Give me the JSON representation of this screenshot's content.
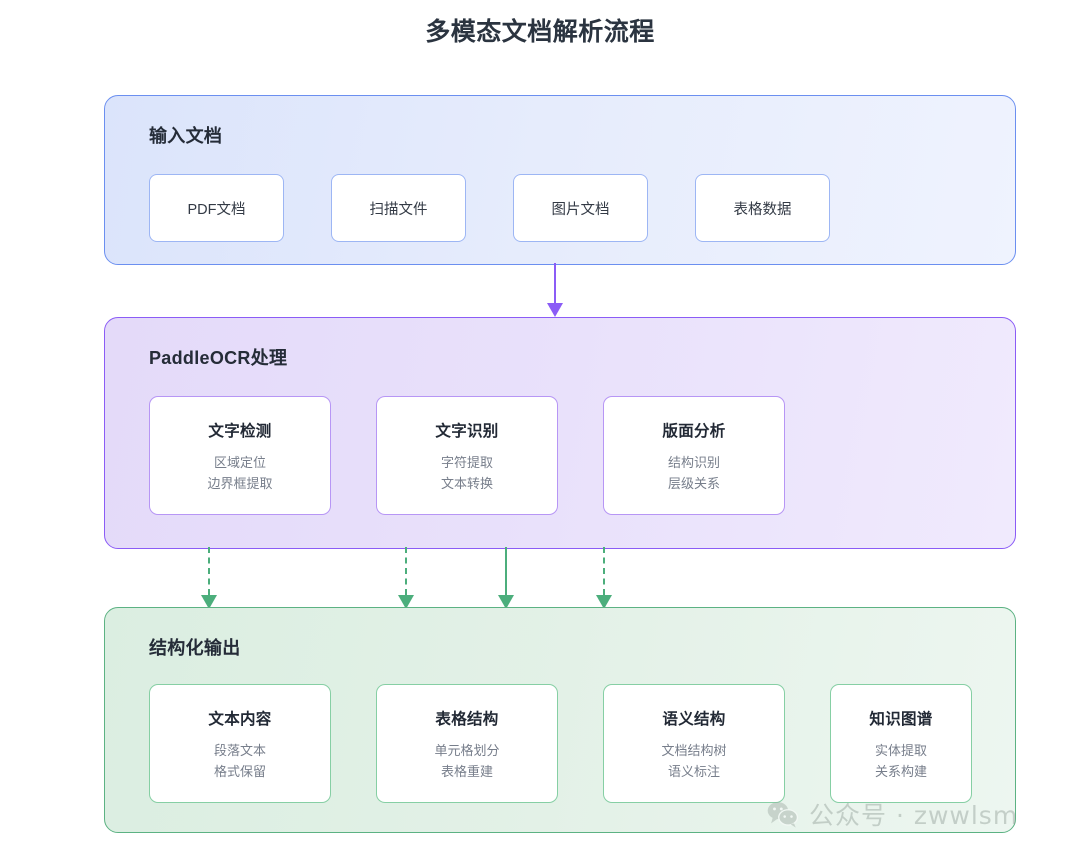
{
  "title": "多模态文档解析流程",
  "sections": [
    {
      "id": "input",
      "name": "input-documents",
      "heading": "输入文档",
      "accent": "#6b8ff0",
      "cards": [
        {
          "title": "PDF文档"
        },
        {
          "title": "扫描文件"
        },
        {
          "title": "图片文档"
        },
        {
          "title": "表格数据"
        }
      ]
    },
    {
      "id": "ocr",
      "name": "paddleocr-processing",
      "heading": "PaddleOCR处理",
      "accent": "#8b5cf6",
      "cards": [
        {
          "title": "文字检测",
          "line1": "区域定位",
          "line2": "边界框提取"
        },
        {
          "title": "文字识别",
          "line1": "字符提取",
          "line2": "文本转换"
        },
        {
          "title": "版面分析",
          "line1": "结构识别",
          "line2": "层级关系"
        }
      ]
    },
    {
      "id": "output",
      "name": "structured-output",
      "heading": "结构化输出",
      "accent": "#5cb283",
      "cards": [
        {
          "title": "文本内容",
          "line1": "段落文本",
          "line2": "格式保留"
        },
        {
          "title": "表格结构",
          "line1": "单元格划分",
          "line2": "表格重建"
        },
        {
          "title": "语义结构",
          "line1": "文档结构树",
          "line2": "语义标注"
        },
        {
          "title": "知识图谱",
          "line1": "实体提取",
          "line2": "关系构建"
        }
      ]
    }
  ],
  "arrows": [
    {
      "name": "input-to-ocr",
      "style": "solid",
      "color": "#8b5cf6"
    },
    {
      "name": "detection-to-output",
      "style": "dashed",
      "color": "#4cae7c"
    },
    {
      "name": "recognition-to-output",
      "style": "dashed",
      "color": "#4cae7c"
    },
    {
      "name": "ocr-to-output",
      "style": "solid",
      "color": "#4cae7c"
    },
    {
      "name": "layout-to-output",
      "style": "dashed",
      "color": "#4cae7c"
    }
  ],
  "watermark": {
    "icon": "wechat-icon",
    "text": "公众号 · zwwlsm"
  }
}
